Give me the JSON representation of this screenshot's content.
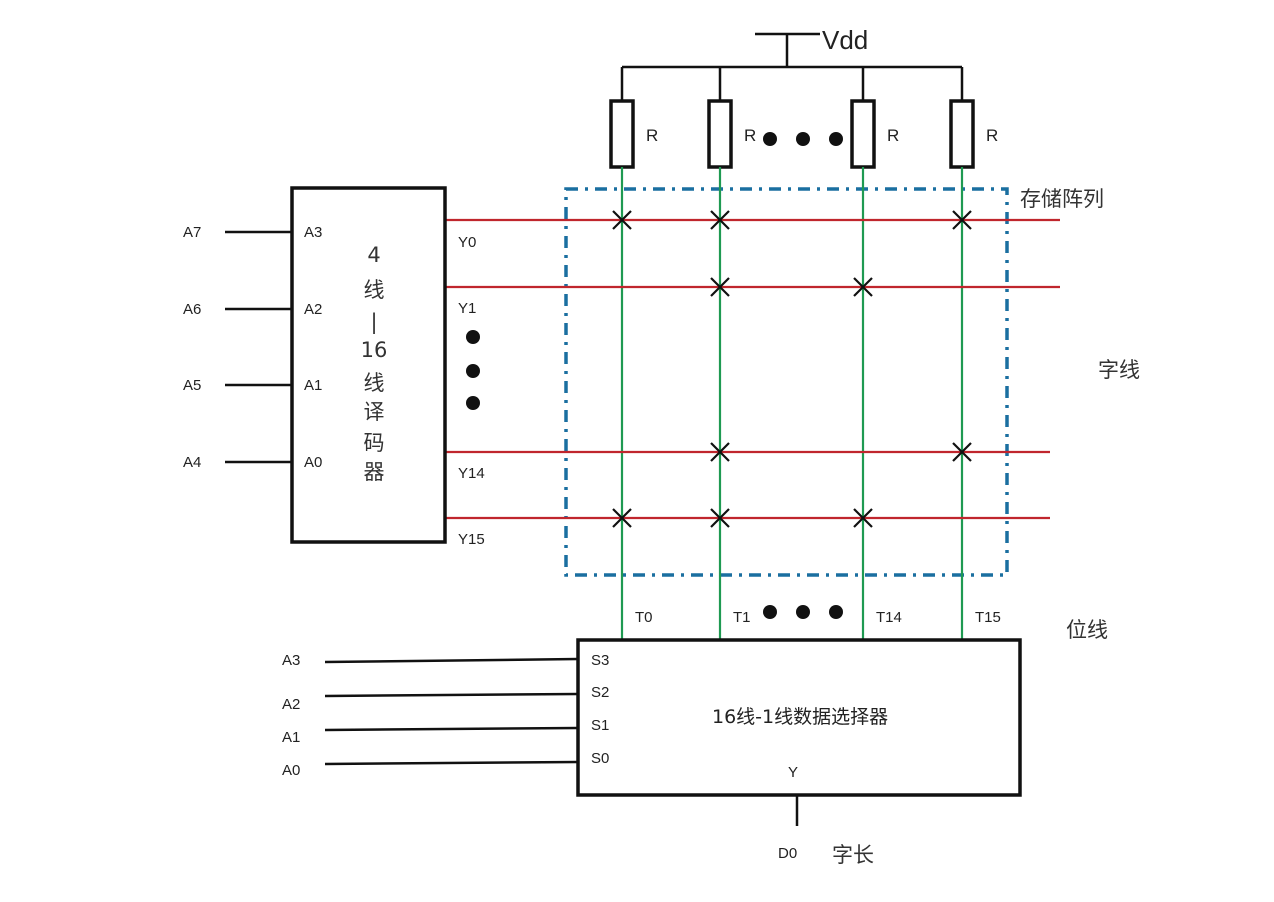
{
  "title": "ROM 存储阵列结构图",
  "supply": {
    "label": "Vdd"
  },
  "resistors": [
    {
      "label": "R"
    },
    {
      "label": "R"
    },
    {
      "label": "R"
    },
    {
      "label": "R"
    }
  ],
  "decoder": {
    "title_chars": [
      "4",
      "线",
      "|",
      "16",
      "线",
      "译",
      "码",
      "器"
    ],
    "inputs": [
      {
        "external": "A7",
        "pin": "A3"
      },
      {
        "external": "A6",
        "pin": "A2"
      },
      {
        "external": "A5",
        "pin": "A1"
      },
      {
        "external": "A4",
        "pin": "A0"
      }
    ],
    "outputs": [
      {
        "label": "Y0"
      },
      {
        "label": "Y1"
      },
      {
        "label": "Y14"
      },
      {
        "label": "Y15"
      }
    ]
  },
  "array": {
    "label": "存储阵列",
    "word_line_label": "字线",
    "bit_line_label": "位线",
    "bit_lines": [
      {
        "label": "T0"
      },
      {
        "label": "T1"
      },
      {
        "label": "T14"
      },
      {
        "label": "T15"
      }
    ],
    "cells": [
      [
        1,
        1,
        0,
        1
      ],
      [
        0,
        1,
        1,
        0
      ],
      [
        0,
        1,
        0,
        1
      ],
      [
        1,
        1,
        1,
        0
      ]
    ]
  },
  "mux": {
    "title": "16线-1线数据选择器",
    "inputs": [
      {
        "external": "A3",
        "pin": "S3"
      },
      {
        "external": "A2",
        "pin": "S2"
      },
      {
        "external": "A1",
        "pin": "S1"
      },
      {
        "external": "A0",
        "pin": "S0"
      }
    ],
    "output_pin": "Y"
  },
  "output": {
    "label": "D0",
    "caption": "字长"
  },
  "colors": {
    "word_line": "#c0262d",
    "bit_line": "#1f9a52",
    "array_border": "#1a6fa0",
    "array_label": "#4a7f99",
    "word_label": "#c0333a",
    "bit_label": "#2ea06a"
  }
}
